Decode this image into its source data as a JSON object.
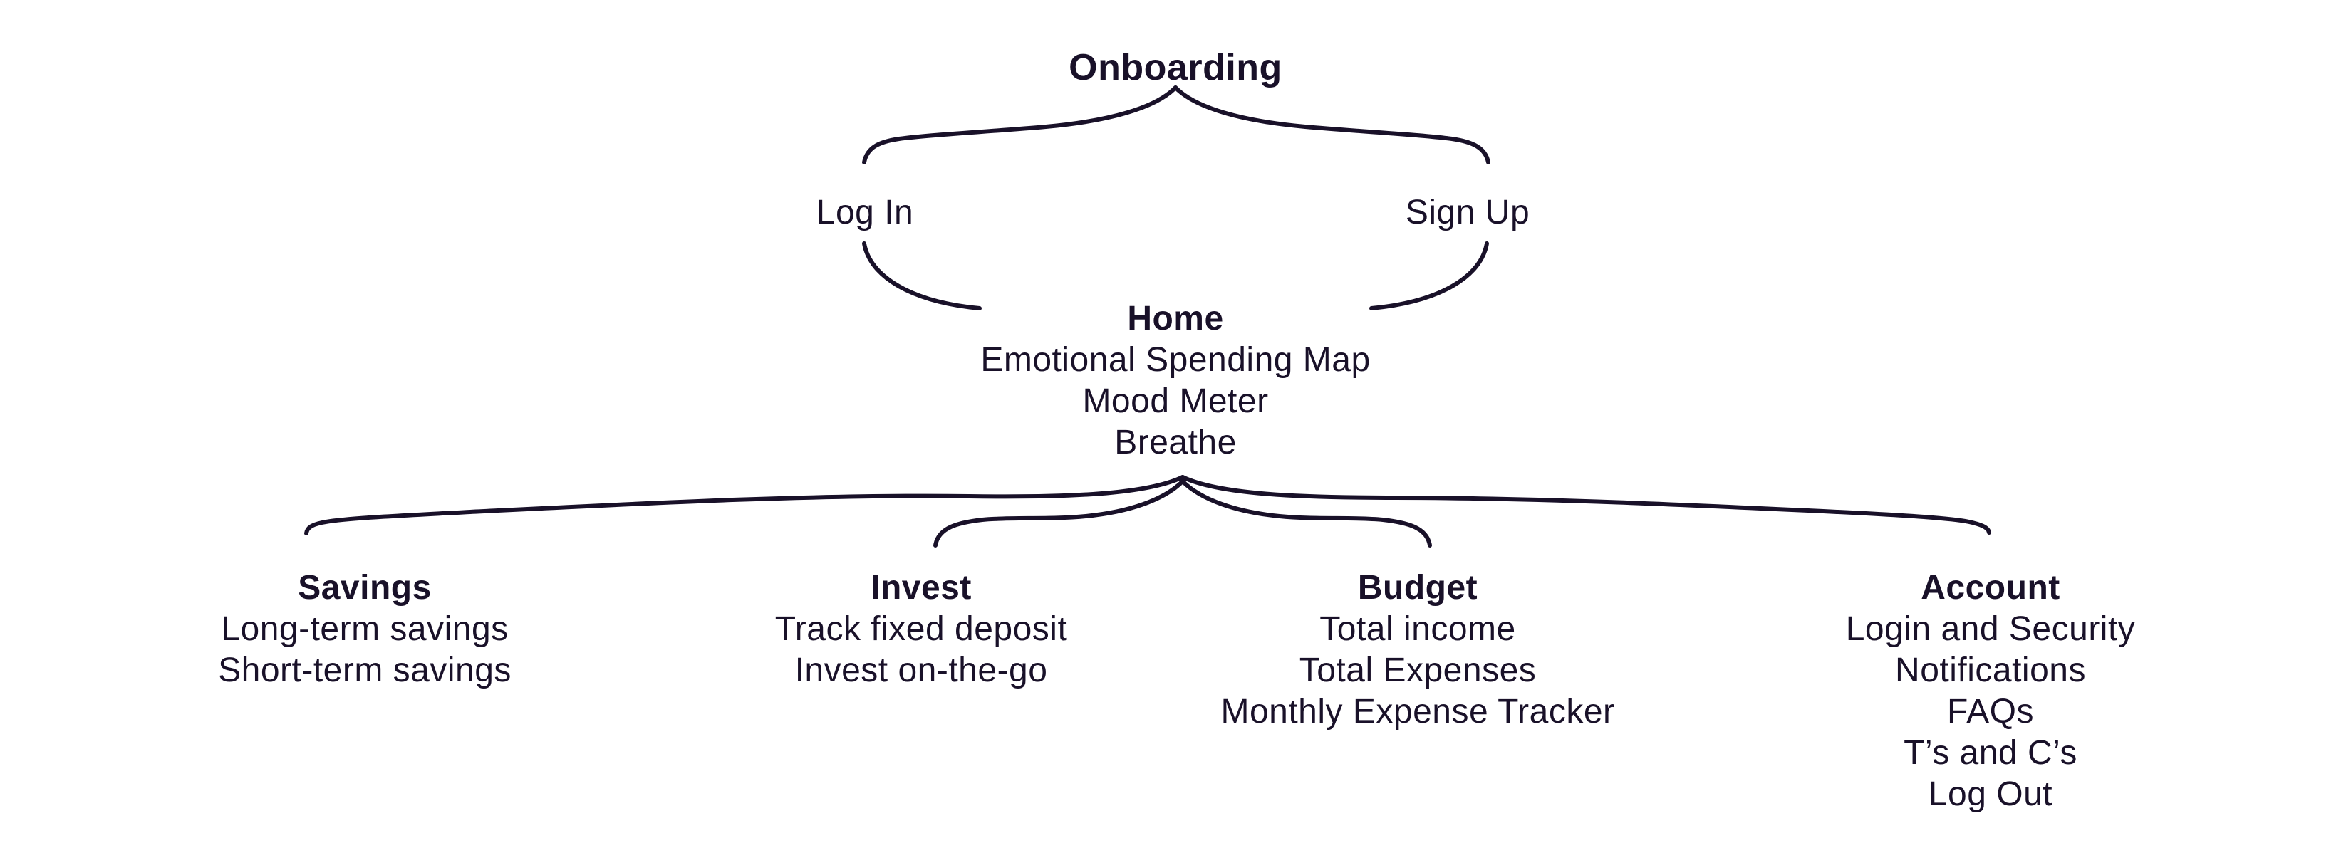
{
  "theme": {
    "ink": "#191129",
    "background": "#ffffff"
  },
  "root": {
    "label": "Onboarding"
  },
  "auth": {
    "login_label": "Log In",
    "signup_label": "Sign Up"
  },
  "home": {
    "title": "Home",
    "items": [
      "Emotional Spending Map",
      "Mood Meter",
      "Breathe"
    ]
  },
  "sections": [
    {
      "title": "Savings",
      "items": [
        "Long-term savings",
        "Short-term savings"
      ]
    },
    {
      "title": "Invest",
      "items": [
        "Track fixed deposit",
        "Invest on-the-go"
      ]
    },
    {
      "title": "Budget",
      "items": [
        "Total income",
        "Total Expenses",
        "Monthly Expense Tracker"
      ]
    },
    {
      "title": "Account",
      "items": [
        "Login and Security",
        "Notifications",
        "FAQs",
        "T’s and C’s",
        "Log Out"
      ]
    }
  ]
}
